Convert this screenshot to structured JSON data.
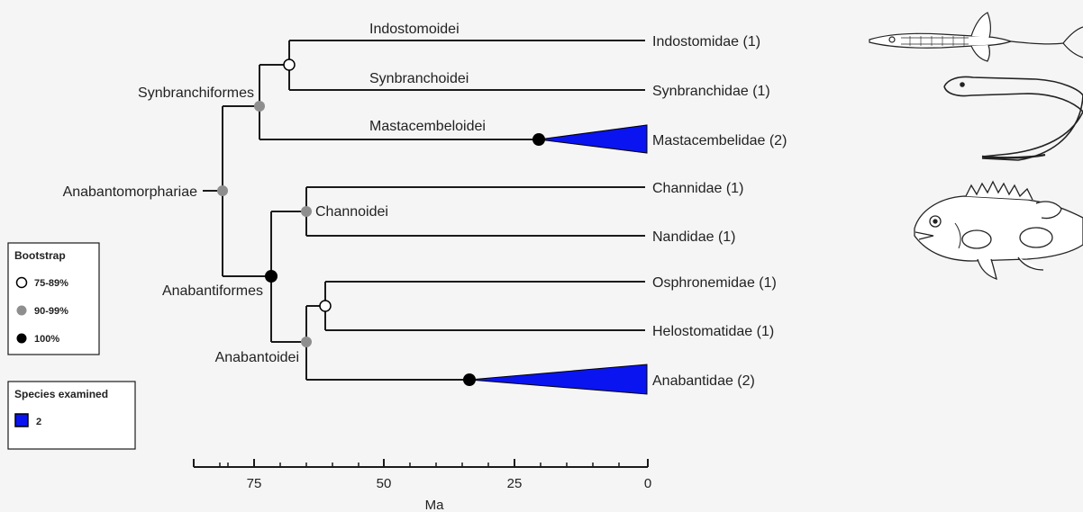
{
  "colors": {
    "line": "#1a1a1a",
    "bootstrap_75_89": "#ffffff",
    "bootstrap_90_99": "#8e8e8e",
    "bootstrap_100": "#000000",
    "collapsed_clade": "#0a14f0"
  },
  "tips": [
    {
      "name": "Indostomidae (1)",
      "collapsed": false
    },
    {
      "name": "Synbranchidae (1)",
      "collapsed": false
    },
    {
      "name": "Mastacembelidae (2)",
      "collapsed": true,
      "crown_age_ma": 20
    },
    {
      "name": "Channidae (1)",
      "collapsed": false
    },
    {
      "name": "Nandidae (1)",
      "collapsed": false
    },
    {
      "name": "Osphronemidae (1)",
      "collapsed": false
    },
    {
      "name": "Helostomatidae (1)",
      "collapsed": false
    },
    {
      "name": "Anabantidae (2)",
      "collapsed": true,
      "crown_age_ma": 33
    }
  ],
  "nodes": [
    {
      "id": "root",
      "label": "Anabantomorphariae",
      "age_ma": 81,
      "support": "90-99%"
    },
    {
      "id": "synbranchiformes",
      "label": "Synbranchiformes",
      "age_ma": 74,
      "support": "90-99%"
    },
    {
      "id": "indo_synbr",
      "label": "",
      "age_ma": 67,
      "support": "75-89%"
    },
    {
      "id": "anabantiformes",
      "label": "Anabantiformes",
      "age_ma": 72,
      "support": "100%"
    },
    {
      "id": "channoidei",
      "label": "Channoidei",
      "age_ma": 64,
      "support": "90-99%"
    },
    {
      "id": "anabantoidei",
      "label": "Anabantoidei",
      "age_ma": 64,
      "support": "90-99%"
    },
    {
      "id": "osphr_helo",
      "label": "",
      "age_ma": 60,
      "support": "75-89%"
    }
  ],
  "branch_labels": [
    "Indostomoidei",
    "Synbranchoidei",
    "Mastacembeloidei"
  ],
  "axis": {
    "label": "Ma",
    "ticks": [
      "75",
      "50",
      "25",
      "0"
    ]
  },
  "legend": {
    "bootstrap_title": "Bootstrap",
    "bootstrap_items": [
      "75-89%",
      "90-99%",
      "100%"
    ],
    "species_title": "Species examined",
    "species_value": "2"
  },
  "illustrations": [
    "indostomus-fish-icon",
    "swamp-eel-icon",
    "snakehead-fish-icon"
  ]
}
